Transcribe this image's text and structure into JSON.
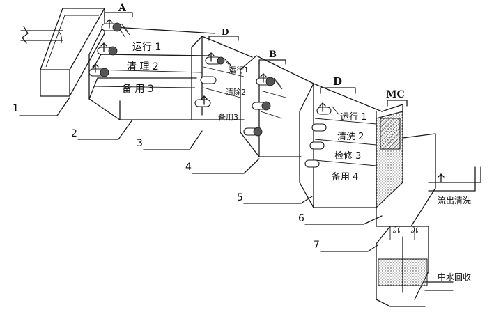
{
  "labels": {
    "tag_a": "A",
    "tag_d_small": "D",
    "tag_b": "B",
    "tag_d_big": "D",
    "tag_mc": "MC",
    "stage2_rows": [
      "运行 1",
      "清 理 2",
      "备 用 3"
    ],
    "stage3_rows": [
      "运行1",
      "清除2",
      "备用3"
    ],
    "stage5_rows": [
      "运行 1",
      "清洗 2",
      "检修 3",
      "备用 4"
    ],
    "outlet_right": "流出清洗",
    "outlet_bottom": "中水回收",
    "bottom_left": "沉",
    "bottom_right": "沉"
  },
  "callouts": [
    "1",
    "2",
    "3",
    "4",
    "5",
    "6",
    "7"
  ],
  "colors": {
    "ink": "#1a1a1a",
    "paper": "#ffffff",
    "dots": "#333333"
  }
}
